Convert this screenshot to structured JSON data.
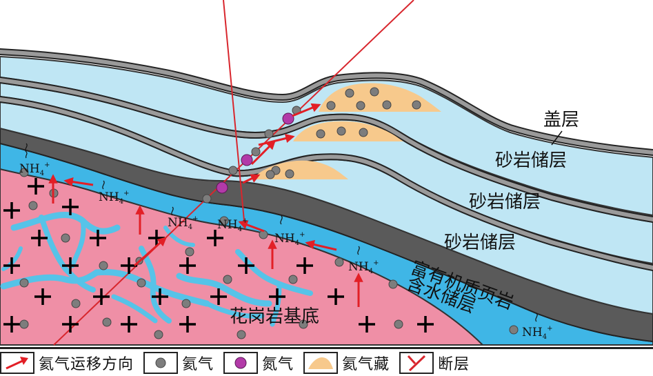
{
  "labels": {
    "caprock": "盖层",
    "sandstone_1": "砂岩储层",
    "sandstone_2": "砂岩储层",
    "sandstone_3": "砂岩储层",
    "organic_shale": "富有机质页岩",
    "aquifer": "含水储层",
    "granite": "花岗岩基底"
  },
  "ammonium": {
    "base": "NH",
    "sub": "4",
    "sup": "+"
  },
  "legend": {
    "migration": "氦气运移方向",
    "helium": "氦气",
    "nitrogen": "氮气",
    "reservoir": "氦气藏",
    "fault": "断层"
  },
  "colors": {
    "granite": "#ef8fa6",
    "granite_veins": "#56c3e8",
    "aquifer": "#3fb6e6",
    "sandstone": "#bfe6f4",
    "shale": "#5a5a5a",
    "cap_line": "#9a9a9a",
    "gas_fill": "#f7c98c",
    "helium_dot": "#7d7d7d",
    "nitrogen_dot": "#b23aa8",
    "arrow": "#e21f26",
    "fault": "#d8262d"
  }
}
